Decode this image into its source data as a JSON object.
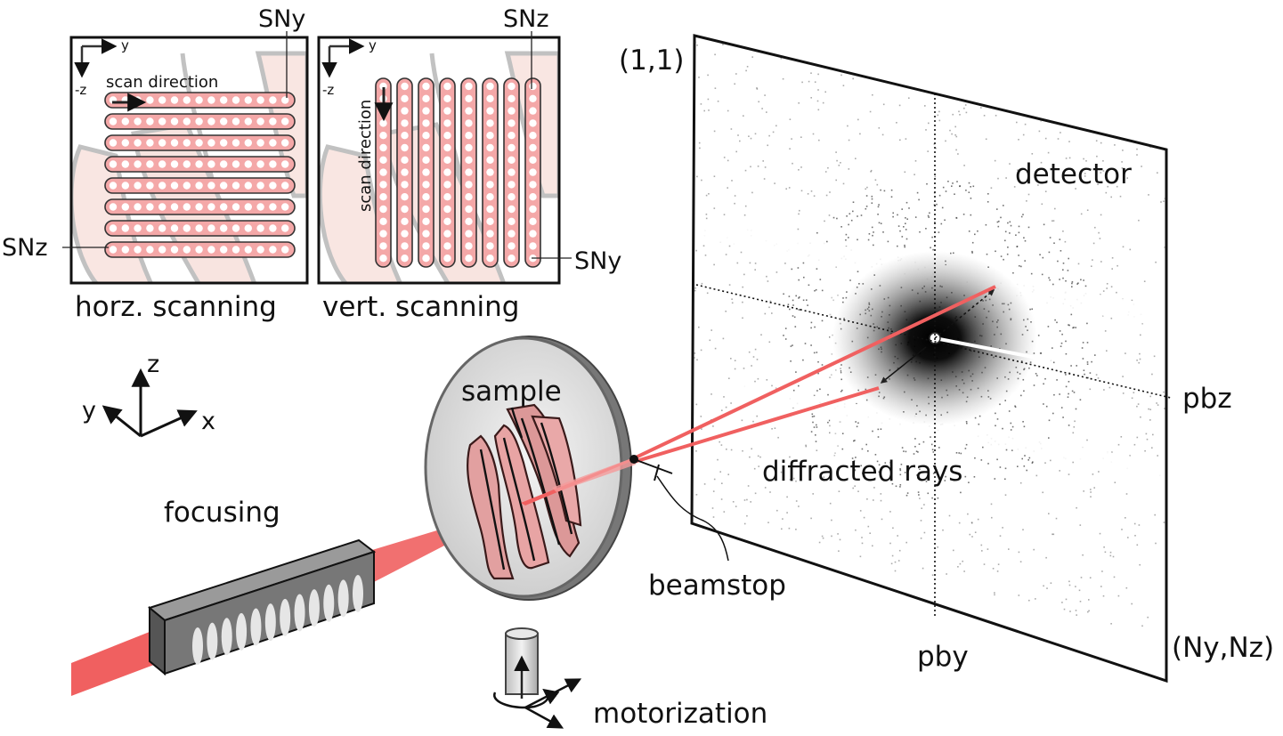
{
  "colors": {
    "beam": "#f06060",
    "beam_light": "#f59a9a",
    "fiber_fill": "#f0a8a8",
    "fiber_stroke": "#7a3a3a",
    "scan_fill": "#f4a8a8",
    "detector_speckle": "#444444"
  },
  "inset_horizontal": {
    "axis_y": "y",
    "axis_z": "-z",
    "scan_direction": "scan direction",
    "top_label": "SNy",
    "side_label": "SNz",
    "caption": "horz. scanning"
  },
  "inset_vertical": {
    "axis_y": "y",
    "axis_z": "-z",
    "scan_direction": "scan direction",
    "top_label": "SNz",
    "side_label": "SNy",
    "caption": "vert. scanning"
  },
  "axes": {
    "x": "x",
    "y": "y",
    "z": "z"
  },
  "labels": {
    "focusing": "focusing",
    "sample": "sample",
    "motorization": "motorization",
    "beamstop": "beamstop",
    "diffracted_rays": "diffracted rays",
    "detector": "detector",
    "pbz": "pbz",
    "pby": "pby",
    "corner_top_left": "(1,1)",
    "corner_bottom_right": "(Ny,Nz)"
  },
  "icons": {
    "lens": "focusing-lens-array-icon",
    "motor": "rotation-arrow-icon"
  }
}
